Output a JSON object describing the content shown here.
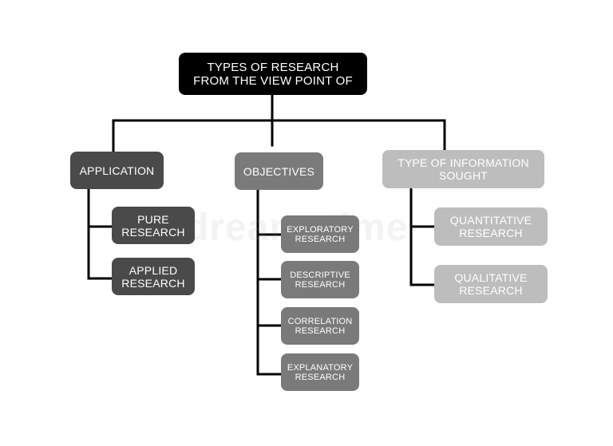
{
  "root": {
    "line1": "TYPES OF RESEARCH",
    "line2": "FROM THE VIEW POINT OF"
  },
  "categories": [
    {
      "label": "APPLICATION",
      "children": [
        {
          "line1": "PURE",
          "line2": "RESEARCH"
        },
        {
          "line1": "APPLIED",
          "line2": "RESEARCH"
        }
      ]
    },
    {
      "label": "OBJECTIVES",
      "children": [
        {
          "line1": "EXPLORATORY",
          "line2": "RESEARCH"
        },
        {
          "line1": "DESCRIPTIVE",
          "line2": "RESEARCH"
        },
        {
          "line1": "CORRELATION",
          "line2": "RESEARCH"
        },
        {
          "line1": "EXPLANATORY",
          "line2": "RESEARCH"
        }
      ]
    },
    {
      "line1": "TYPE OF INFORMATION",
      "line2": "SOUGHT",
      "children": [
        {
          "line1": "QUANTITATIVE",
          "line2": "RESEARCH"
        },
        {
          "line1": "QUALITATIVE",
          "line2": "RESEARCH"
        }
      ]
    }
  ],
  "watermark": "dreamstime"
}
